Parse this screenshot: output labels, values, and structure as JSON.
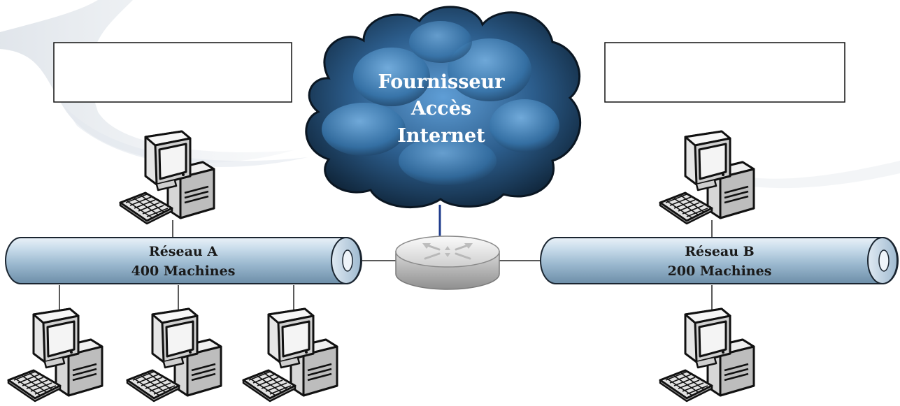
{
  "cloud": {
    "line1": "Fournisseur",
    "line2": "Accès",
    "line3": "Internet"
  },
  "network_a": {
    "name": "Réseau A",
    "machines": "400 Machines"
  },
  "network_b": {
    "name": "Réseau B",
    "machines": "200 Machines"
  },
  "address_box_a": "",
  "address_box_b": ""
}
